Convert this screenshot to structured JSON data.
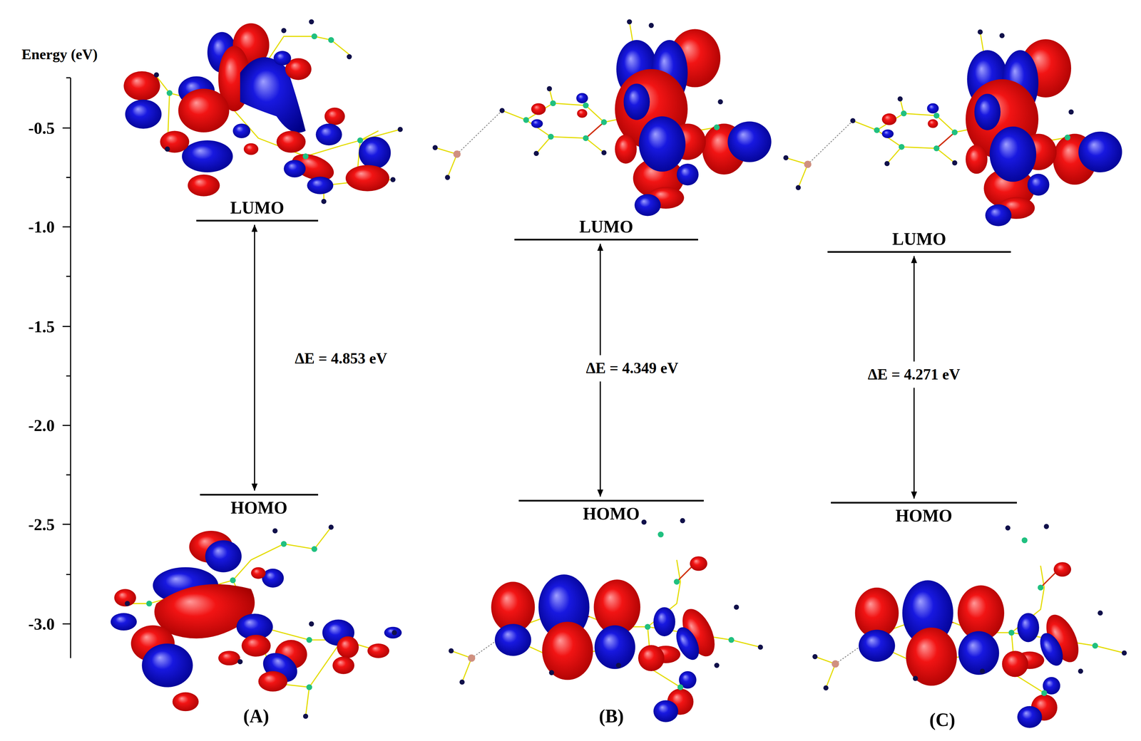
{
  "diagram": {
    "nodes": [
      {
        "text": [
          "LUMO"
        ]
      },
      {
        "text": [
          "HOMO"
        ]
      },
      {
        "text": [
          "LUMO"
        ]
      },
      {
        "text": [
          "HOMO"
        ]
      },
      {
        "text": [
          "LUMO"
        ]
      },
      {
        "text": [
          "HOMO"
        ]
      }
    ],
    "edges": [
      {
        "from": 1,
        "to": 0,
        "arrow": "both",
        "label": "ΔE = 4.853 eV"
      },
      {
        "from": 3,
        "to": 2,
        "arrow": "both",
        "label": "ΔE = 4.349 eV"
      },
      {
        "from": 5,
        "to": 4,
        "arrow": "both",
        "label": "ΔE = 4.271 eV"
      }
    ],
    "labels": [
      "Energy (eV)",
      "-0.5",
      "-1.0",
      "-1.5",
      "-2.0",
      "-2.5",
      "-3.0",
      "(A)",
      "(B)",
      "(C)"
    ]
  }
}
